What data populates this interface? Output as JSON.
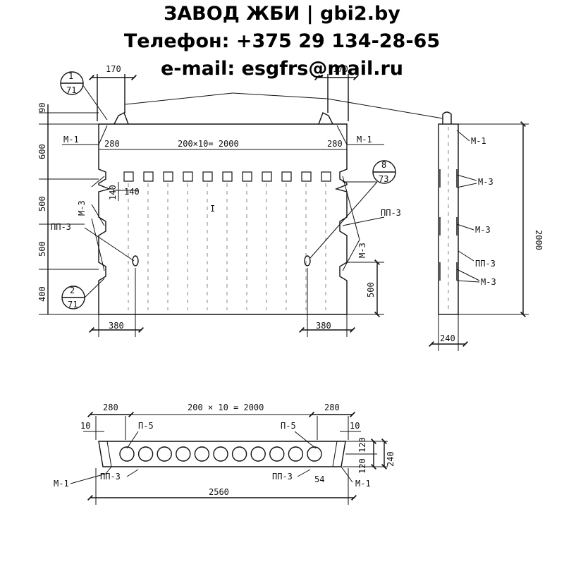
{
  "header": {
    "line1": "ЗАВОД ЖБИ | gbi2.by",
    "line2": "Телефон: +375 29 134-28-65",
    "line3": "e-mail: esgfrs@mail.ru"
  },
  "front_view": {
    "callout_top": {
      "num": "1",
      "sheet": "71"
    },
    "callout_bottom": {
      "num": "2",
      "sheet": "71"
    },
    "callout_right": {
      "num": "8",
      "sheet": "73"
    },
    "dim_top_left": "170",
    "dim_top_right": "170",
    "dim_left_90": "90",
    "dim_left_600": "600",
    "dim_left_500a": "500",
    "dim_left_500b": "500",
    "dim_left_400": "400",
    "dim_280_left": "280",
    "dim_280_right": "280",
    "dim_span": "200×10= 2000",
    "dim_140_v": "140",
    "dim_140_h": "140",
    "dim_380_left": "380",
    "dim_380_right": "380",
    "dim_500_right": "500",
    "label_m1_left": "М-1",
    "label_m1_right": "М-1",
    "label_m3_left": "М-3",
    "label_m3_right": "М-3",
    "label_pp3_left": "ПП-3",
    "label_pp3_right": "ПП-3",
    "center_mark": "I"
  },
  "side_view": {
    "label_m1": "М-1",
    "label_m3a": "М-3",
    "label_m3b": "М-3",
    "label_pp3": "ПП-3",
    "label_m3c": "М-3",
    "dim_height": "2000",
    "dim_width": "240"
  },
  "plan_view": {
    "dim_280_left": "280",
    "dim_span": "200 × 10 = 2000",
    "dim_280_right": "280",
    "dim_10_left": "10",
    "dim_10_right": "10",
    "label_p5_left": "П-5",
    "label_p5_right": "П-5",
    "dim_120_top": "120",
    "dim_120_bottom": "120",
    "dim_240": "240",
    "label_m1_left": "М-1",
    "label_pp3_left": "ПП-3",
    "label_pp3_right": "ПП-3",
    "dim_54": "54",
    "label_m1_right": "М-1",
    "dim_total": "2560",
    "hole_count": 11
  }
}
